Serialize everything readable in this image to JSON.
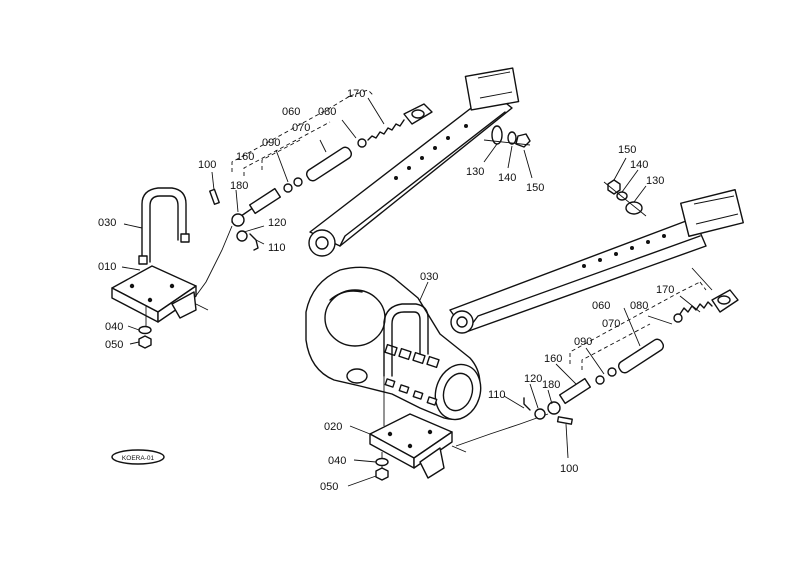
{
  "diagram": {
    "callouts": {
      "l030": "030",
      "l010": "010",
      "l040": "040",
      "l050": "050",
      "l100": "100",
      "l180": "180",
      "l160": "160",
      "l090": "090",
      "l060": "060",
      "l070": "070",
      "l080": "080",
      "l170": "170",
      "l120": "120",
      "l110": "110",
      "l130": "130",
      "l140": "140",
      "l150": "150",
      "r150": "150",
      "r140": "140",
      "r130": "130",
      "r060": "060",
      "r080": "080",
      "r170": "170",
      "r070": "070",
      "r160": "160",
      "r090": "090",
      "r110": "110",
      "r120": "120",
      "r180": "180",
      "r100": "100",
      "m030": "030",
      "r020": "020",
      "r040": "040",
      "r050": "050"
    },
    "stamp": "KOERA-01"
  }
}
